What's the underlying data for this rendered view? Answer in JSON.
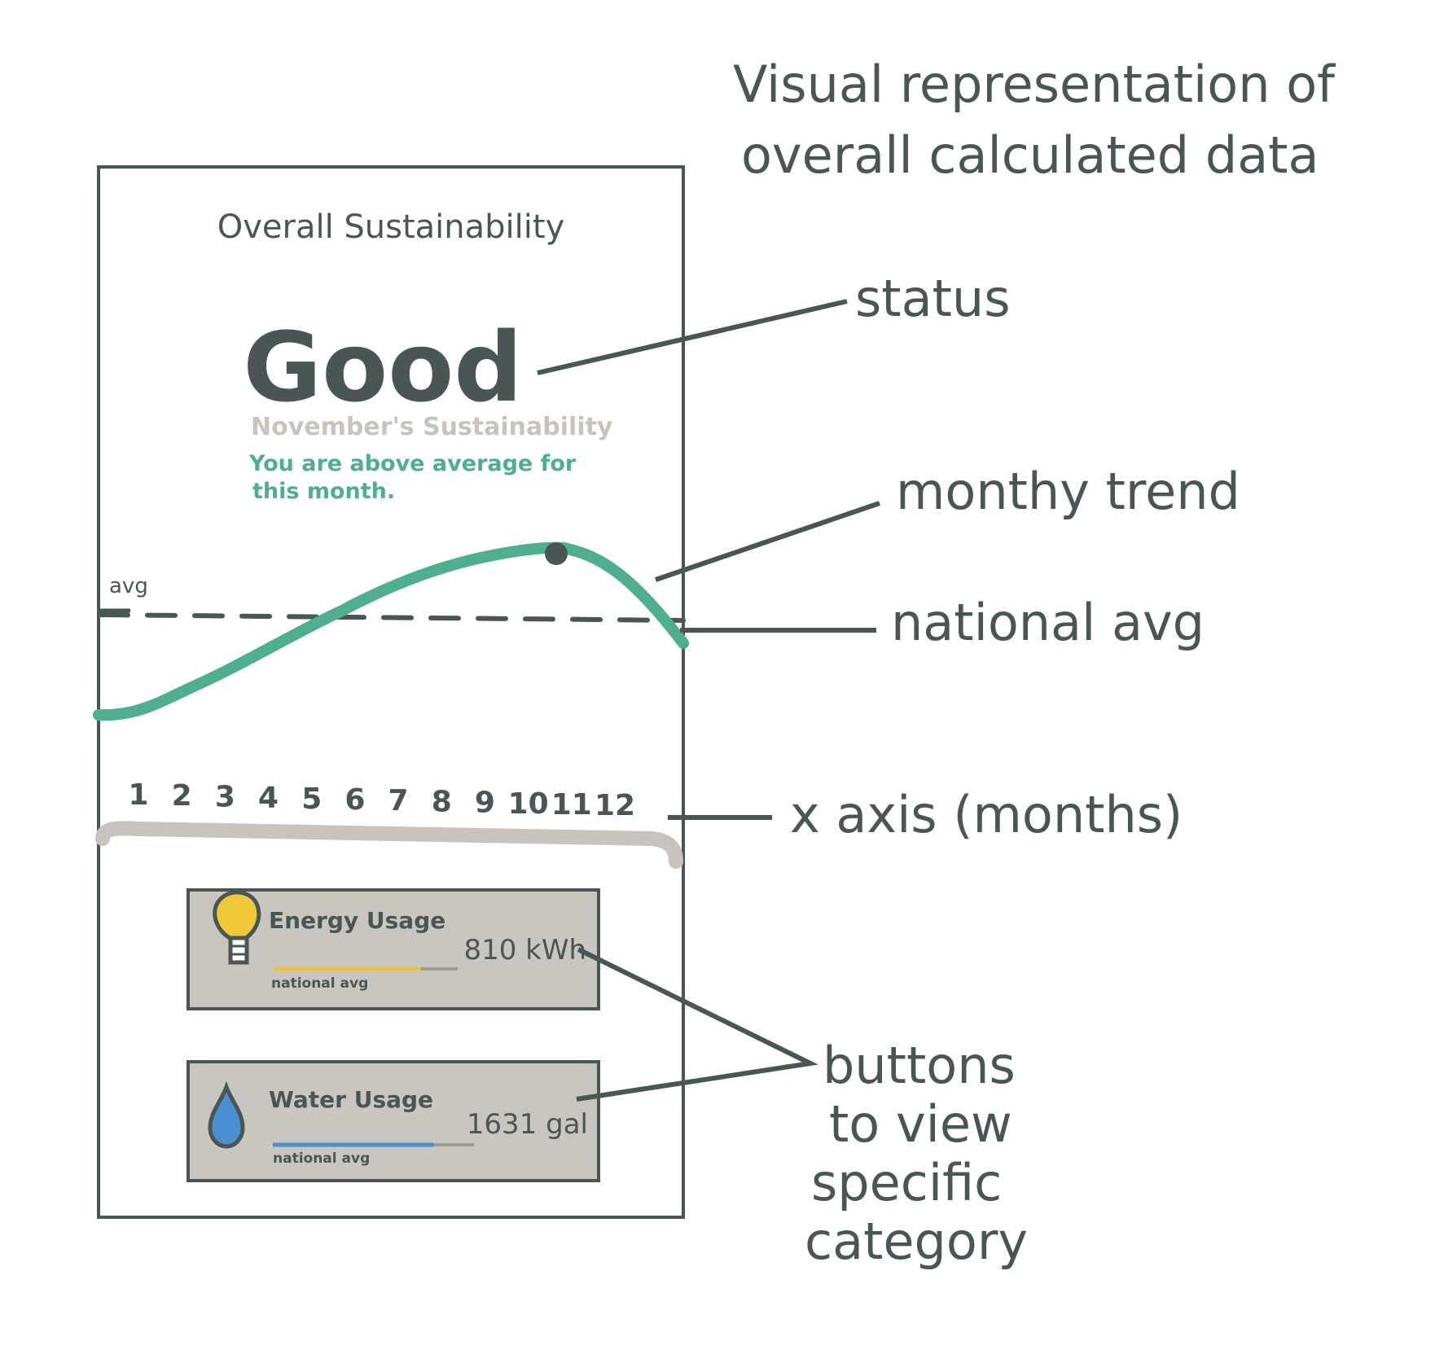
{
  "annotations": {
    "heading_line1": "Visual representation of",
    "heading_line2": "overall calculated data",
    "status": "status",
    "monthly_trend": "monthy trend",
    "national_avg": "national avg",
    "x_axis": "x axis (months)",
    "buttons_line1": "buttons",
    "buttons_line2": "to view",
    "buttons_line3": "specific",
    "buttons_line4": "category"
  },
  "screen": {
    "title": "Overall Sustainability",
    "status": "Good",
    "period_label": "November's Sustainability",
    "message_line1": "You are above average for",
    "message_line2": "this month."
  },
  "chart_data": {
    "type": "line",
    "x": [
      1,
      2,
      3,
      4,
      5,
      6,
      7,
      8,
      9,
      10,
      11,
      12
    ],
    "tick_labels": [
      "1",
      "2",
      "3",
      "4",
      "5",
      "6",
      "7",
      "8",
      "9",
      "10",
      "11",
      "12"
    ],
    "reference_label": "avg",
    "highlight_index": 10,
    "colors": {
      "trend": "#4faf8c",
      "reference": "#4a5656",
      "marker": "#4a5656"
    }
  },
  "cards": [
    {
      "title": "Energy Usage",
      "value": "810 kWh",
      "avg_label": "national avg",
      "icon": "lightbulb-icon",
      "bar_color": "#e8c440",
      "bar_fill": 0.8
    },
    {
      "title": "Water Usage",
      "value": "1631 gal",
      "avg_label": "national avg",
      "icon": "water-drop-icon",
      "bar_color": "#4a8fcf",
      "bar_fill": 0.8
    }
  ]
}
